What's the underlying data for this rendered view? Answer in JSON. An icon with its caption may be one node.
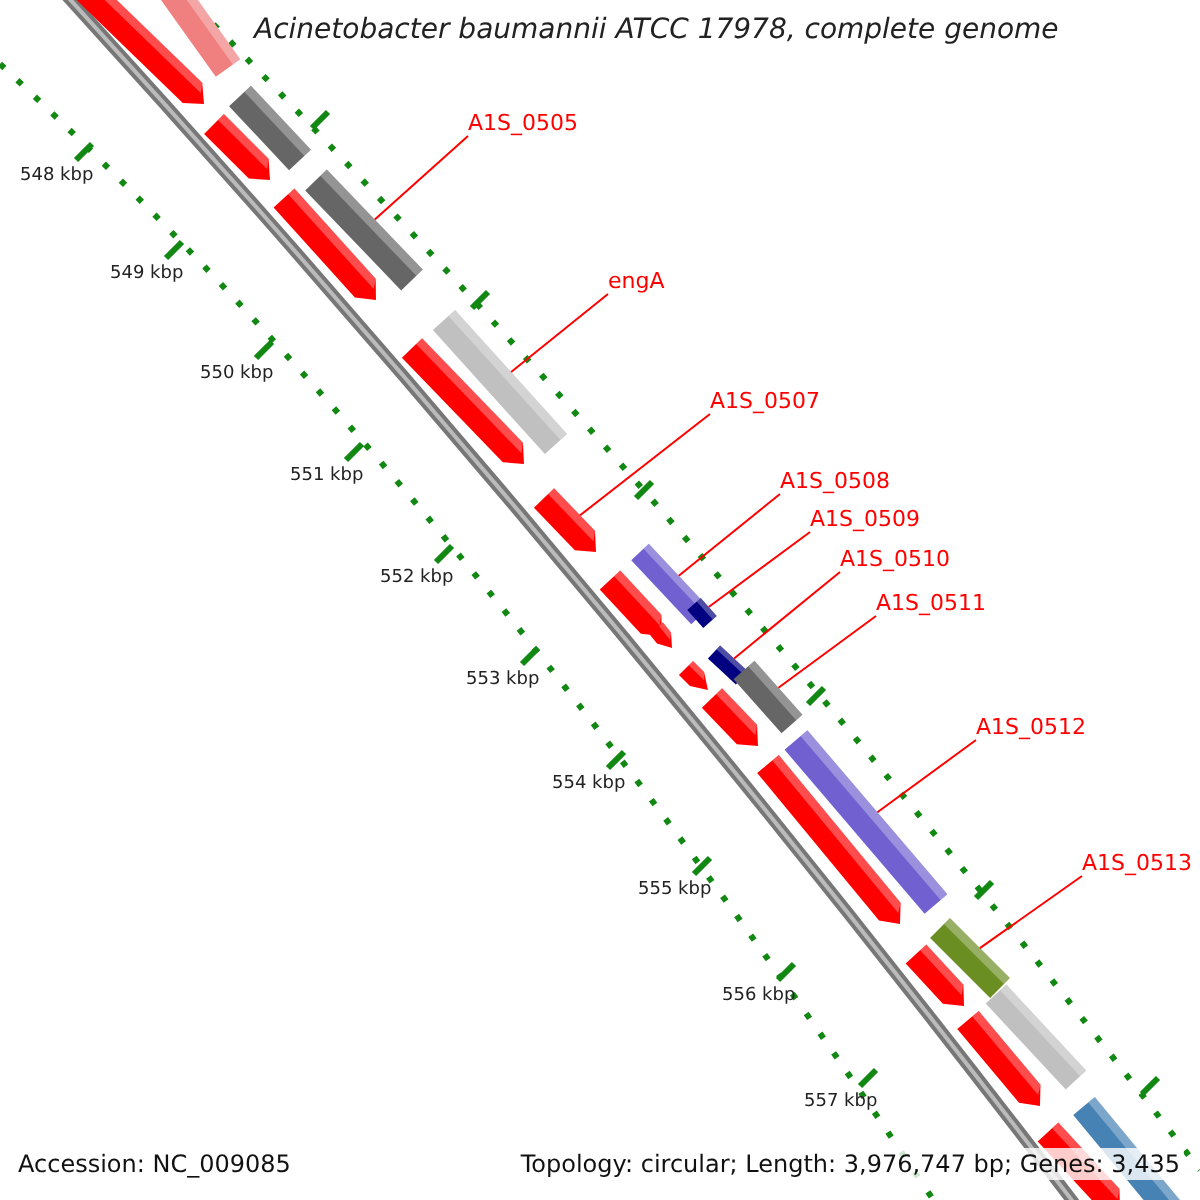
{
  "diagram": {
    "title": "Acinetobacter baumannii ATCC 17978, complete genome",
    "nodes": [
      {
        "text": [
          "A1S_0505"
        ]
      },
      {
        "text": [
          "engA"
        ]
      },
      {
        "text": [
          "A1S_0507"
        ]
      },
      {
        "text": [
          "A1S_0508"
        ]
      },
      {
        "text": [
          "A1S_0509"
        ]
      },
      {
        "text": [
          "A1S_0510"
        ]
      },
      {
        "text": [
          "A1S_0511"
        ]
      },
      {
        "text": [
          "A1S_0512"
        ]
      },
      {
        "text": [
          "A1S_0513"
        ]
      },
      {
        "text": [],
        "shape": "bar"
      },
      {
        "text": [],
        "shape": "pentagon"
      },
      {
        "text": [],
        "shape": "bar"
      },
      {
        "text": [],
        "shape": "pentagon"
      },
      {
        "text": [],
        "shape": "bar"
      },
      {
        "text": [],
        "shape": "pentagon"
      },
      {
        "text": [],
        "shape": "bar"
      },
      {
        "text": [],
        "shape": "pentagon"
      },
      {
        "text": [],
        "shape": "pentagon"
      },
      {
        "text": [],
        "shape": "bar"
      },
      {
        "text": [],
        "shape": "pentagon"
      },
      {
        "text": [],
        "shape": "bar"
      },
      {
        "text": [],
        "shape": "pentagon"
      },
      {
        "text": [],
        "shape": "bar"
      },
      {
        "text": [],
        "shape": "pentagon"
      },
      {
        "text": [],
        "shape": "bar"
      },
      {
        "text": [],
        "shape": "pentagon"
      },
      {
        "text": [],
        "shape": "bar"
      },
      {
        "text": [],
        "shape": "pentagon"
      },
      {
        "text": [],
        "shape": "bar"
      },
      {
        "text": [],
        "shape": "pentagon"
      },
      {
        "text": [],
        "shape": "bar"
      },
      {
        "text": [],
        "shape": "pentagon"
      },
      {
        "text": [],
        "shape": "bar"
      },
      {
        "text": [],
        "shape": "pentagon"
      }
    ],
    "edges": [
      {
        "from": 0,
        "to": 13,
        "arrow": "none"
      },
      {
        "from": 1,
        "to": 15,
        "arrow": "none"
      },
      {
        "from": 2,
        "to": 17,
        "arrow": "none"
      },
      {
        "from": 3,
        "to": 18,
        "arrow": "none"
      },
      {
        "from": 4,
        "to": 20,
        "arrow": "none"
      },
      {
        "from": 5,
        "to": 22,
        "arrow": "none"
      },
      {
        "from": 6,
        "to": 24,
        "arrow": "none"
      },
      {
        "from": 7,
        "to": 26,
        "arrow": "none"
      },
      {
        "from": 8,
        "to": 28,
        "arrow": "none"
      }
    ],
    "labels": [
      "548 kbp",
      "549 kbp",
      "550 kbp",
      "551 kbp",
      "552 kbp",
      "553 kbp",
      "554 kbp",
      "555 kbp",
      "556 kbp",
      "557 kbp",
      "Accession: NC_009085",
      "Topology: circular; Length: 3,976,747 bp; Genes: 3,435"
    ]
  }
}
